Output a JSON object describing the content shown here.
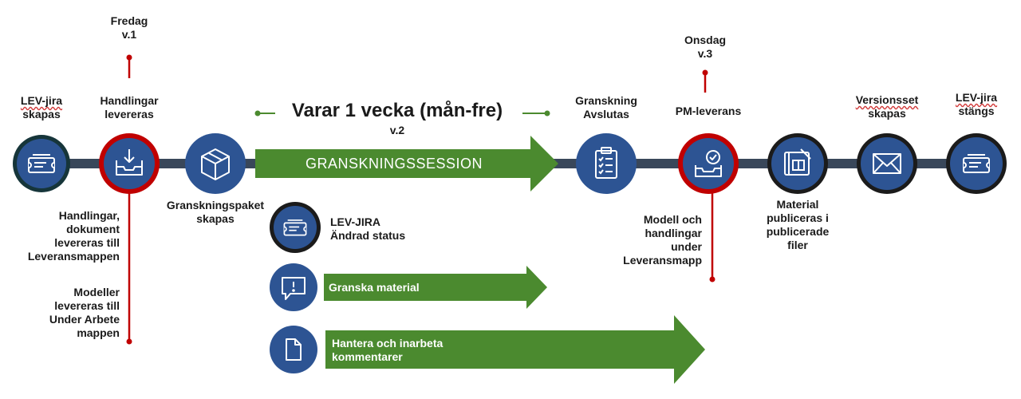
{
  "colors": {
    "circle_fill": "#2d5493",
    "timeline": "#39475a",
    "accent_red": "#c00000",
    "arrow_green": "#4b8a2f",
    "ring_dark": "#1b1b1b",
    "ring_teal": "#16353a"
  },
  "timeline_nodes": [
    {
      "id": "lev-jira-skapas",
      "label_line1": "LEV-jira",
      "label_line2": "skapas",
      "icon": "ticket-icon",
      "ring": "dark-teal"
    },
    {
      "id": "handlingar-levereras",
      "label_line1": "Handlingar",
      "label_line2": "levereras",
      "icon": "inbox-tray-icon",
      "ring": "red"
    },
    {
      "id": "granskningspaket",
      "label_line1": "Granskningspaket",
      "label_line2": "skapas",
      "icon": "package-box-icon",
      "ring": "none"
    },
    {
      "id": "granskning-avslutas",
      "label_line1": "Granskning",
      "label_line2": "Avslutas",
      "icon": "clipboard-checklist-icon",
      "ring": "none"
    },
    {
      "id": "pm-leverans",
      "label_line1": "PM-leverans",
      "icon": "inbox-check-icon",
      "ring": "red"
    },
    {
      "id": "material-publiceras",
      "label_lines": [
        "Material",
        "publiceras i",
        "publicerade",
        "filer"
      ],
      "icon": "blueprint-icon",
      "ring": "dark"
    },
    {
      "id": "versionsset",
      "label_line1": "Versionsset",
      "label_line2": "skapas",
      "icon": "envelope-icon",
      "ring": "dark"
    },
    {
      "id": "lev-jira-stangs",
      "label_line1": "LEV-jira",
      "label_line2": "stängs",
      "icon": "ticket-icon",
      "ring": "dark"
    }
  ],
  "markers": {
    "fredag": {
      "day": "Fredag",
      "week": "v.1"
    },
    "onsdag": {
      "day": "Onsdag",
      "week": "v.3"
    }
  },
  "duration": {
    "text": "Varar 1 vecka (mån-fre)",
    "week": "v.2"
  },
  "session_arrow": {
    "label": "GRANSKNINGSSESSION"
  },
  "notes": {
    "handlingar_note": [
      "Handlingar,",
      "dokument",
      "levereras till",
      "Leveransmappen"
    ],
    "modeller_note": [
      "Modeller",
      "levereras till",
      "Under Arbete",
      "mappen"
    ],
    "pm_note": [
      "Modell och",
      "handlingar",
      "under",
      "Leveransmapp"
    ]
  },
  "sub_steps": {
    "lev_jira_status": {
      "line1": "LEV-JIRA",
      "line2": "Ändrad status",
      "icon": "ticket-icon"
    },
    "granska": {
      "label": "Granska material",
      "icon": "comment-alert-icon"
    },
    "hantera": {
      "line1": "Hantera och inarbeta",
      "line2": "kommentarer",
      "icon": "document-icon"
    }
  }
}
